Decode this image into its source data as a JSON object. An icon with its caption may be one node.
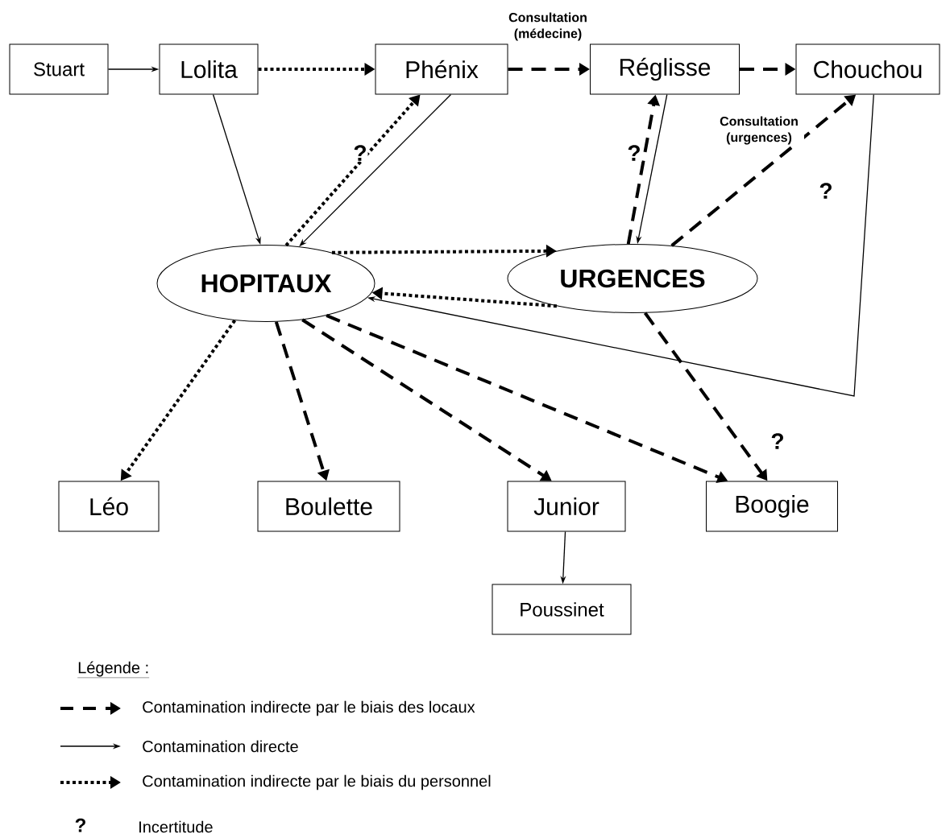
{
  "diagram": {
    "nodes": [
      {
        "text": [
          "Stuart"
        ]
      },
      {
        "text": [
          "Lolita"
        ]
      },
      {
        "text": [
          "Phénix"
        ]
      },
      {
        "text": [
          "Réglisse"
        ]
      },
      {
        "text": [
          "Chouchou"
        ]
      },
      {
        "text": [
          "HOPITAUX"
        ]
      },
      {
        "text": [
          "URGENCES"
        ]
      },
      {
        "text": [
          "Léo"
        ]
      },
      {
        "text": [
          "Boulette"
        ]
      },
      {
        "text": [
          "Junior"
        ]
      },
      {
        "text": [
          "Boogie"
        ]
      },
      {
        "text": [
          "Poussinet"
        ]
      }
    ],
    "edges": [
      {
        "from": 0,
        "to": 1,
        "arrow": "to"
      },
      {
        "from": 1,
        "to": 2,
        "arrow": "to",
        "style": "dashed"
      },
      {
        "from": 2,
        "to": 3,
        "arrow": "to",
        "style": "dashed",
        "label": "Consultation (médecine)"
      },
      {
        "from": 3,
        "to": 4,
        "arrow": "to",
        "style": "dashed"
      },
      {
        "from": 1,
        "to": 5,
        "arrow": "to"
      },
      {
        "from": 5,
        "to": 2,
        "arrow": "to",
        "style": "dashed",
        "label": "?"
      },
      {
        "from": 2,
        "to": 5,
        "arrow": "to"
      },
      {
        "from": 6,
        "to": 3,
        "arrow": "to",
        "style": "dashed",
        "label": "?"
      },
      {
        "from": 3,
        "to": 6,
        "arrow": "to"
      },
      {
        "from": 6,
        "to": 4,
        "arrow": "to",
        "style": "dashed",
        "label": "Consultation (urgences)"
      },
      {
        "from": 5,
        "to": 6,
        "arrow": "to",
        "style": "dashed"
      },
      {
        "from": 6,
        "to": 5,
        "arrow": "to",
        "style": "dashed"
      },
      {
        "from": 4,
        "to": 5,
        "arrow": "to"
      },
      {
        "from": 5,
        "to": 7,
        "arrow": "to",
        "style": "dashed"
      },
      {
        "from": 5,
        "to": 8,
        "arrow": "to",
        "style": "dashed"
      },
      {
        "from": 5,
        "to": 9,
        "arrow": "to",
        "style": "dashed"
      },
      {
        "from": 5,
        "to": 10,
        "arrow": "to",
        "style": "dashed"
      },
      {
        "from": 6,
        "to": 10,
        "arrow": "to",
        "style": "dashed",
        "label": "?"
      },
      {
        "from": 9,
        "to": 11,
        "arrow": "to"
      }
    ],
    "labels": [
      "?",
      "Légende :",
      "?"
    ],
    "legend": [
      {
        "text": "Contamination indirecte par le biais des locaux"
      },
      {
        "text": "Contamination directe"
      },
      {
        "text": "Contamination indirecte par le biais du personnel"
      },
      {
        "text": "Incertitude"
      }
    ]
  }
}
